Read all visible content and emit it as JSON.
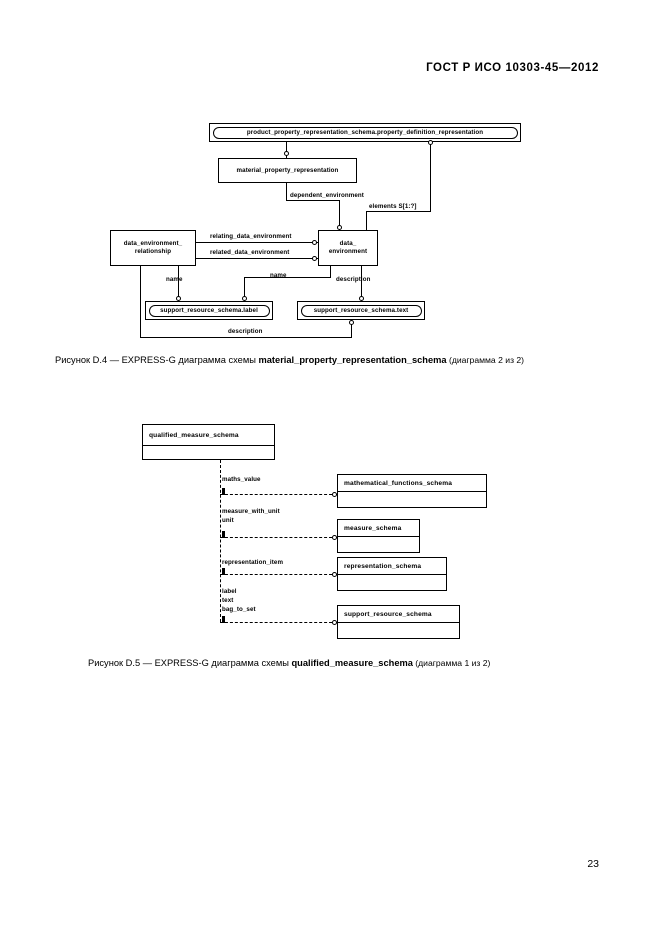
{
  "document": {
    "header": "ГОСТ Р ИСО 10303-45—2012",
    "page_number": "23"
  },
  "figures": [
    {
      "id": "figure-d4",
      "caption_prefix": "Рисунок  D.4 — EXPRESS-G диаграмма схемы ",
      "caption_schema": "material_property_representation_schema",
      "caption_suffix": " (диаграмма 2 из 2)",
      "nodes": {
        "top_ref": "product_property_representation_schema.property_definition_representation",
        "material_property_representation": "material_property_representation",
        "data_environment_relationship": "data_environment_\nrelationship",
        "data_environment_relationship_line1": "data_environment_",
        "data_environment_relationship_line2": "relationship",
        "data_environment_line1": "data_",
        "data_environment_line2": "environment",
        "support_resource_schema_label": "support_resource_schema.label",
        "support_resource_schema_text": "support_resource_schema.text"
      },
      "edge_labels": {
        "dependent_environment": "dependent_environment",
        "elements": "elements S[1:?]",
        "relating_data_environment": "relating_data_environment",
        "related_data_environment": "related_data_environment",
        "name_left": "name",
        "name_mid": "name",
        "description_right": "description",
        "description_bottom": "description"
      }
    },
    {
      "id": "figure-d5",
      "caption_prefix": "Рисунок  D.5 — EXPRESS-G диаграмма схемы ",
      "caption_schema": "qualified_measure_schema",
      "caption_suffix": " (диаграмма 1 из 2)",
      "nodes": {
        "qualified_measure_schema": "qualified_measure_schema",
        "mathematical_functions_schema": "mathematical_functions_schema",
        "measure_schema": "measure_schema",
        "representation_schema": "representation_schema",
        "support_resource_schema": "support_resource_schema"
      },
      "edge_labels": {
        "maths_value": "maths_value",
        "measure_with_unit": "measure_with_unit",
        "unit": "unit",
        "representation_item": "representation_item",
        "label": "label",
        "text": "text",
        "bag_to_set": "bag_to_set"
      }
    }
  ]
}
